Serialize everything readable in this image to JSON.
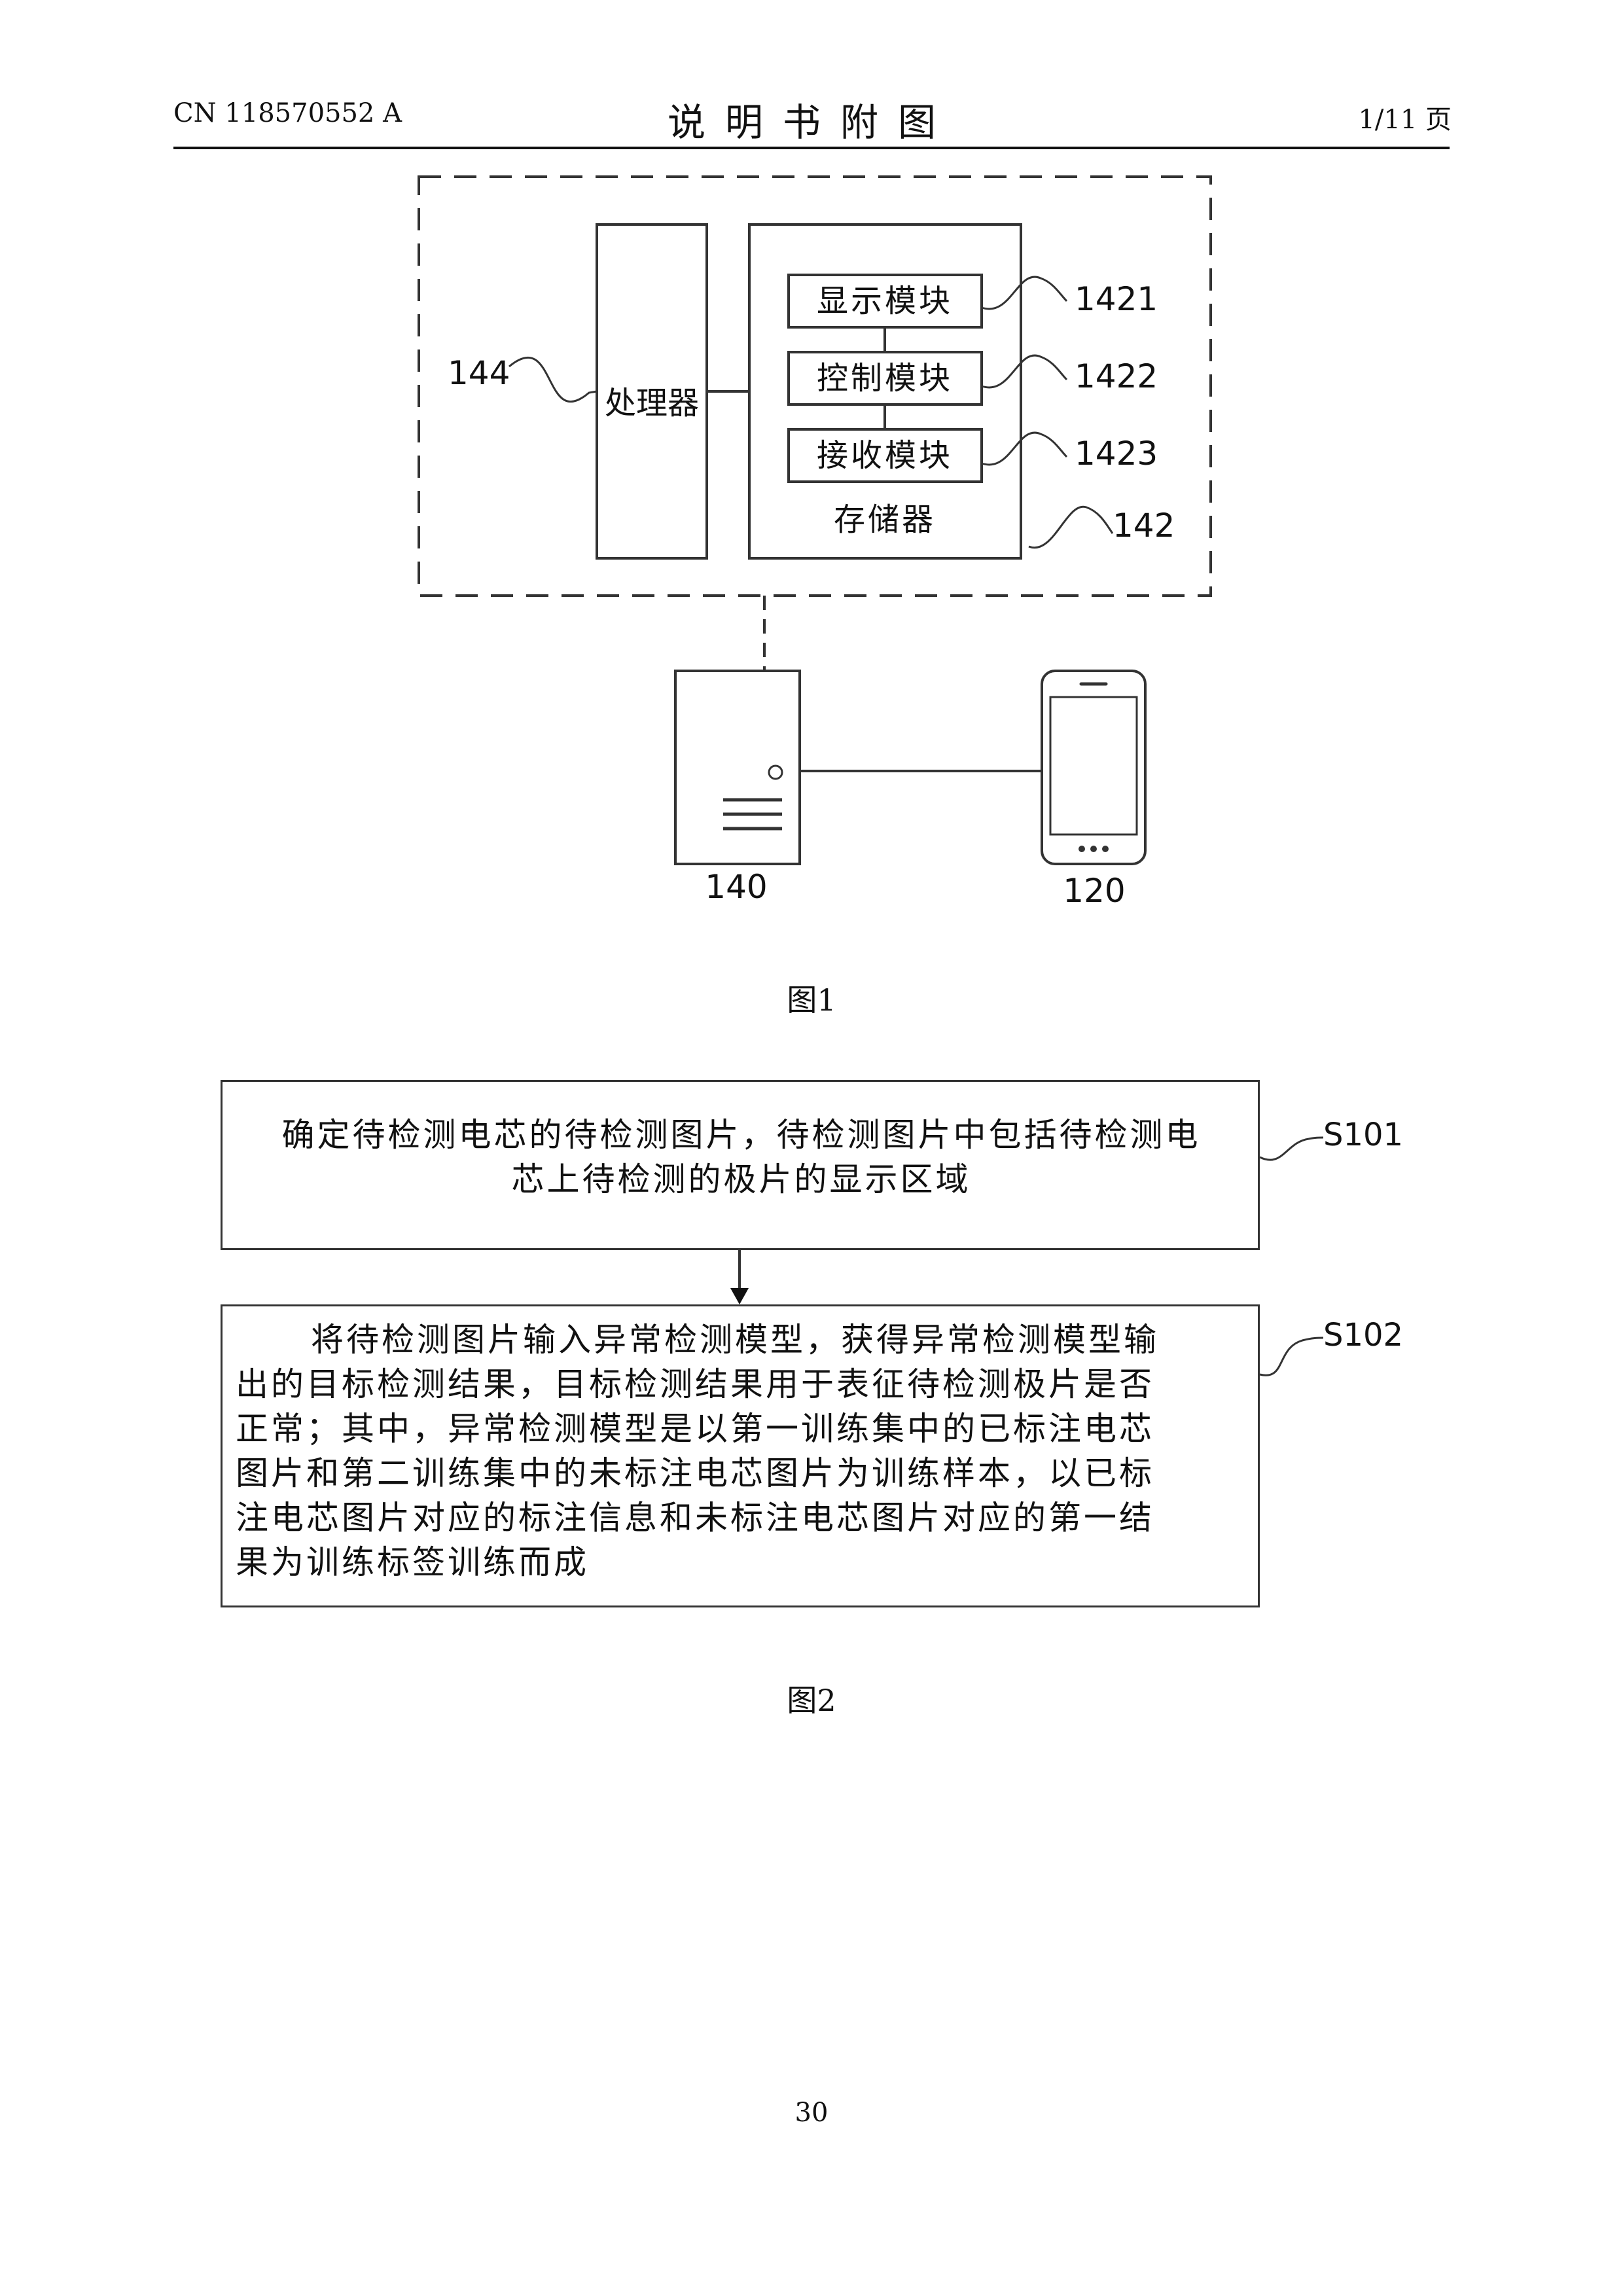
{
  "header": {
    "publication_number": "CN 118570552 A",
    "title": "说明书附图",
    "page_label": "1/11 页"
  },
  "figure1": {
    "caption": "图1",
    "processor_label": "处理器",
    "memory_label": "存储器",
    "modules": [
      {
        "label": "显示模块",
        "ref": "1421"
      },
      {
        "label": "控制模块",
        "ref": "1422"
      },
      {
        "label": "接收模块",
        "ref": "1423"
      }
    ],
    "ref_processor": "144",
    "ref_memory": "142",
    "ref_server": "140",
    "ref_terminal": "120"
  },
  "figure2": {
    "caption": "图2",
    "steps": [
      {
        "id": "S101",
        "lines": [
          "确定待检测电芯的待检测图片，待检测图片中包括待检测电",
          "芯上待检测的极片的显示区域"
        ]
      },
      {
        "id": "S102",
        "lines": [
          "将待检测图片输入异常检测模型，获得异常检测模型输",
          "出的目标检测结果，目标检测结果用于表征待检测极片是否",
          "正常；其中，异常检测模型是以第一训练集中的已标注电芯",
          "图片和第二训练集中的未标注电芯图片为训练样本，以已标",
          "注电芯图片对应的标注信息和未标注电芯图片对应的第一结",
          "果为训练标签训练而成"
        ]
      }
    ]
  },
  "page_number": "30"
}
